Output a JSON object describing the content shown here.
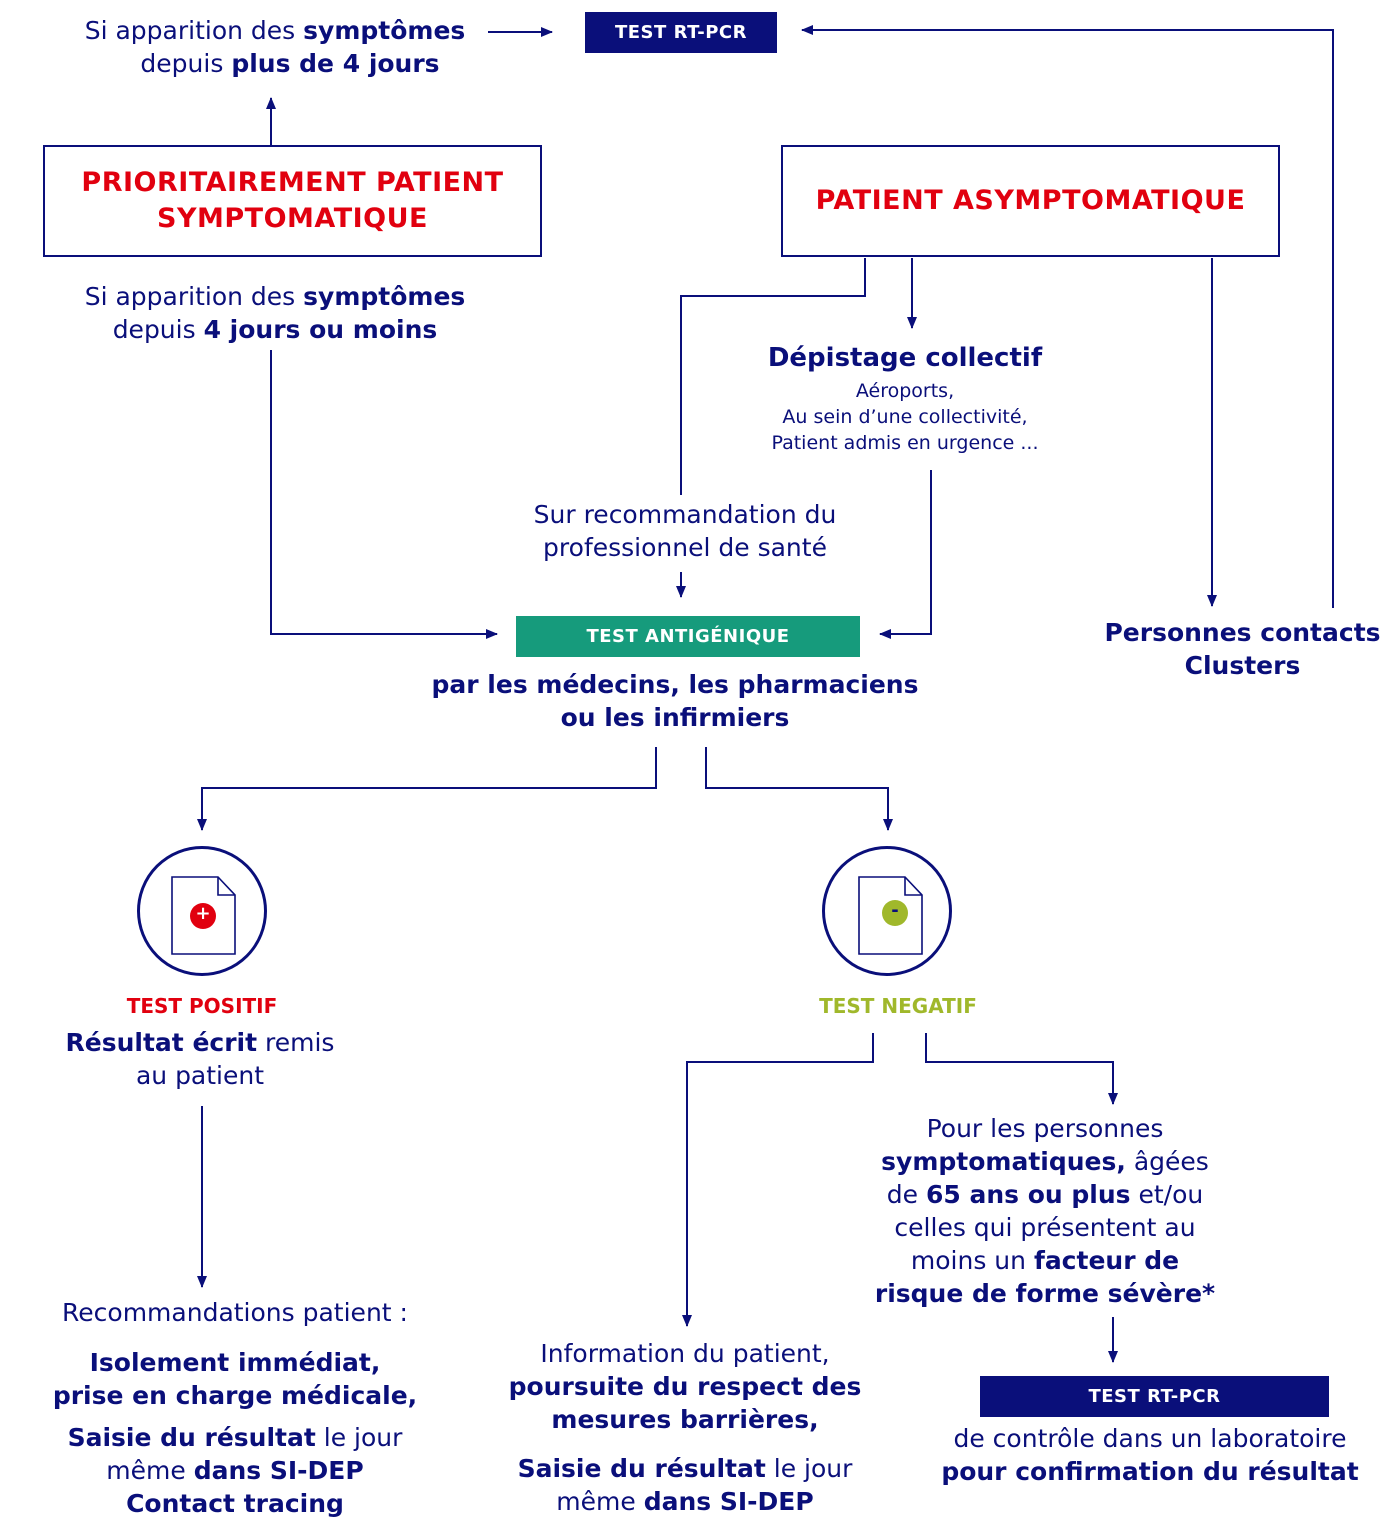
{
  "top_rtpcr": {
    "label": "TEST RT-PCR",
    "left_text": {
      "l1_pre": "Si apparition des ",
      "l1_bold": "symptômes",
      "l2_pre": "depuis ",
      "l2_bold": "plus de 4 jours"
    }
  },
  "symptomatic_box": {
    "line1": "PRIORITAIREMENT PATIENT",
    "line2": "SYMPTOMATIQUE",
    "below": {
      "l1_pre": "Si apparition des ",
      "l1_bold": "symptômes",
      "l2_pre": "depuis ",
      "l2_bold": "4 jours ou moins"
    }
  },
  "asymptomatic_box": {
    "label": "PATIENT ASYMPTOMATIQUE"
  },
  "depistage": {
    "title": "Dépistage collectif",
    "lines": [
      "Aéroports,",
      "Au sein d’une collectivité,",
      "Patient admis en urgence ..."
    ]
  },
  "recommandation": {
    "line1": "Sur recommandation du",
    "line2": "professionnel de santé"
  },
  "contacts": {
    "line1": "Personnes contacts",
    "line2": "Clusters"
  },
  "antigenic": {
    "label": "TEST ANTIGÉNIQUE",
    "line1": "par les médecins, les pharmaciens",
    "line2": "ou les infirmiers"
  },
  "positive": {
    "icon_symbol": "+",
    "title": "TEST POSITIF",
    "l1_bold": "Résultat écrit",
    "l1_rest": " remis",
    "l2": "au patient",
    "reco_title": "Recommandations patient :",
    "reco_b1": "Isolement immédiat,",
    "reco_b2": "prise en charge médicale,",
    "saisie_bold": "Saisie du résultat",
    "saisie_rest": " le jour",
    "meme": "même ",
    "sidep": "dans SI-DEP",
    "contact_tracing": "Contact tracing"
  },
  "negative": {
    "icon_symbol": "-",
    "title": "TEST NEGATIF",
    "info_l1": "Information du patient,",
    "info_b1": "poursuite du respect des",
    "info_b2": "mesures barrières,",
    "saisie_bold": "Saisie du résultat",
    "saisie_rest": " le jour",
    "meme": "même ",
    "sidep": "dans SI-DEP",
    "right": {
      "l1": "Pour les personnes",
      "l2_bold": "symptomatiques,",
      "l2_rest": " âgées",
      "l3_pre": "de ",
      "l3_bold": "65 ans ou plus",
      "l3_rest": " et/ou",
      "l4": "celles qui présentent au",
      "l5_pre": "moins un ",
      "l5_bold": "facteur de",
      "l6_bold": "risque de forme sévère*"
    },
    "rtpcr_label": "TEST RT-PCR",
    "control_l1": "de contrôle dans un laboratoire",
    "control_l2": "pour confirmation du résultat"
  },
  "colors": {
    "navy": "#0a0f7a",
    "red": "#e1000f",
    "teal": "#169b7c",
    "green": "#a0b82b"
  }
}
